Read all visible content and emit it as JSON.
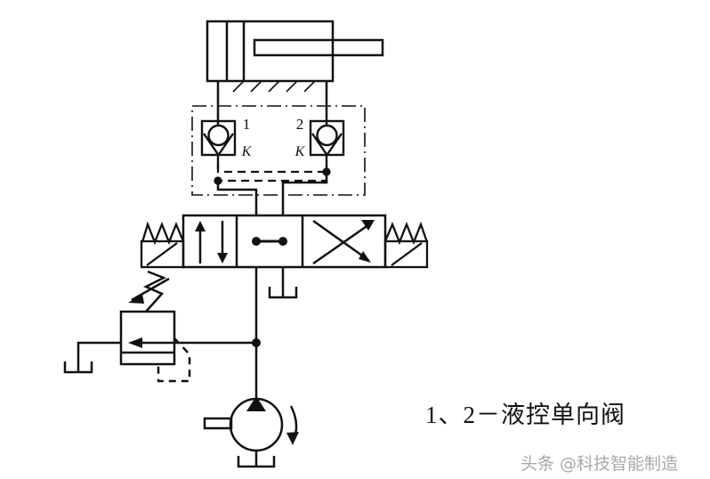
{
  "diagram": {
    "title": "hydraulic-circuit-pilot-operated-check-valves",
    "caption": "1、2－液控单向阀",
    "watermark": "头条 @科技智能制造",
    "colors": {
      "line": "#111111",
      "background": "#ffffff",
      "watermark": "#9a9a9a"
    },
    "components": {
      "cylinder": {
        "name": "双作用液压缸",
        "type": "double-acting-cylinder"
      },
      "check_valve_1": {
        "label": "1",
        "pilot_port_label": "K",
        "type": "pilot-operated-check-valve"
      },
      "check_valve_2": {
        "label": "2",
        "pilot_port_label": "K",
        "type": "pilot-operated-check-valve"
      },
      "directional_valve": {
        "name": "三位四通电磁换向阀",
        "type": "4-3-directional-control-valve",
        "positions": 3,
        "ports": 4
      },
      "relief_valve": {
        "name": "溢流阀",
        "type": "pressure-relief-valve"
      },
      "pump": {
        "name": "液压泵",
        "type": "fixed-displacement-pump"
      },
      "tank_left": {
        "type": "reservoir"
      },
      "tank_center": {
        "type": "reservoir"
      },
      "tank_pump": {
        "type": "reservoir"
      }
    },
    "labels": {
      "valve_one": "1",
      "valve_two": "2",
      "pilot_k_left": "K",
      "pilot_k_right": "K"
    }
  }
}
